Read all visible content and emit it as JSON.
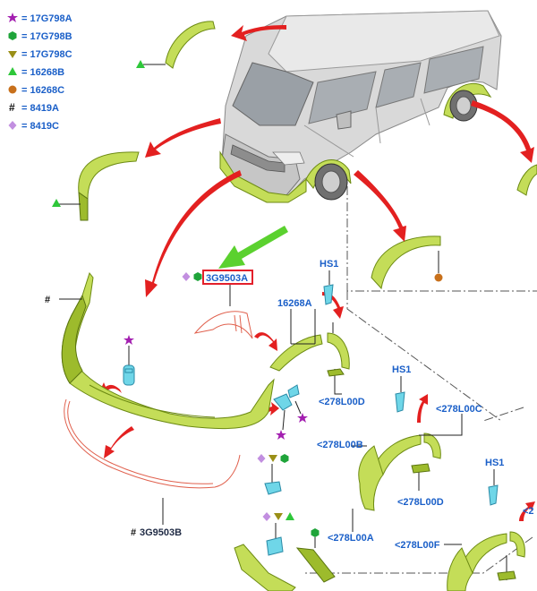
{
  "legend": [
    {
      "symbol": "star",
      "color": "#a31fb0",
      "text": "= 17G798A"
    },
    {
      "symbol": "hexagon",
      "color": "#1fa43a",
      "text": "= 17G798B"
    },
    {
      "symbol": "triangle-down",
      "color": "#9a8f16",
      "text": "= 17G798C"
    },
    {
      "symbol": "triangle-up",
      "color": "#2ec73a",
      "text": "= 16268B"
    },
    {
      "symbol": "circle",
      "color": "#c8701b",
      "text": "= 16268C"
    },
    {
      "symbol": "hash",
      "color": "#111111",
      "text": "= 8419A"
    },
    {
      "symbol": "diamond",
      "color": "#c28fe0",
      "text": "= 8419C"
    }
  ],
  "labels": {
    "bumper_part": "3G9503A",
    "hash": "#",
    "lower_part": "3G9503B",
    "hs1_a": "HS1",
    "hs1_b": "HS1",
    "hs1_c": "HS1",
    "p16268A": "16268A",
    "p278L00D_a": "<278L00D",
    "p278L00C": "<278L00C",
    "p278L00B": "<278L00B",
    "p278L00D_b": "<278L00D",
    "p278L00A": "<278L00A",
    "p278L00F": "<278L00F",
    "p278L00E_partial": "<2"
  },
  "colors": {
    "part_green": "#c4dd58",
    "arrow_red": "#e32020",
    "arrow_green": "#5bd12f",
    "label_blue": "#1a5fc8",
    "highlight_box": "#e3202b"
  }
}
